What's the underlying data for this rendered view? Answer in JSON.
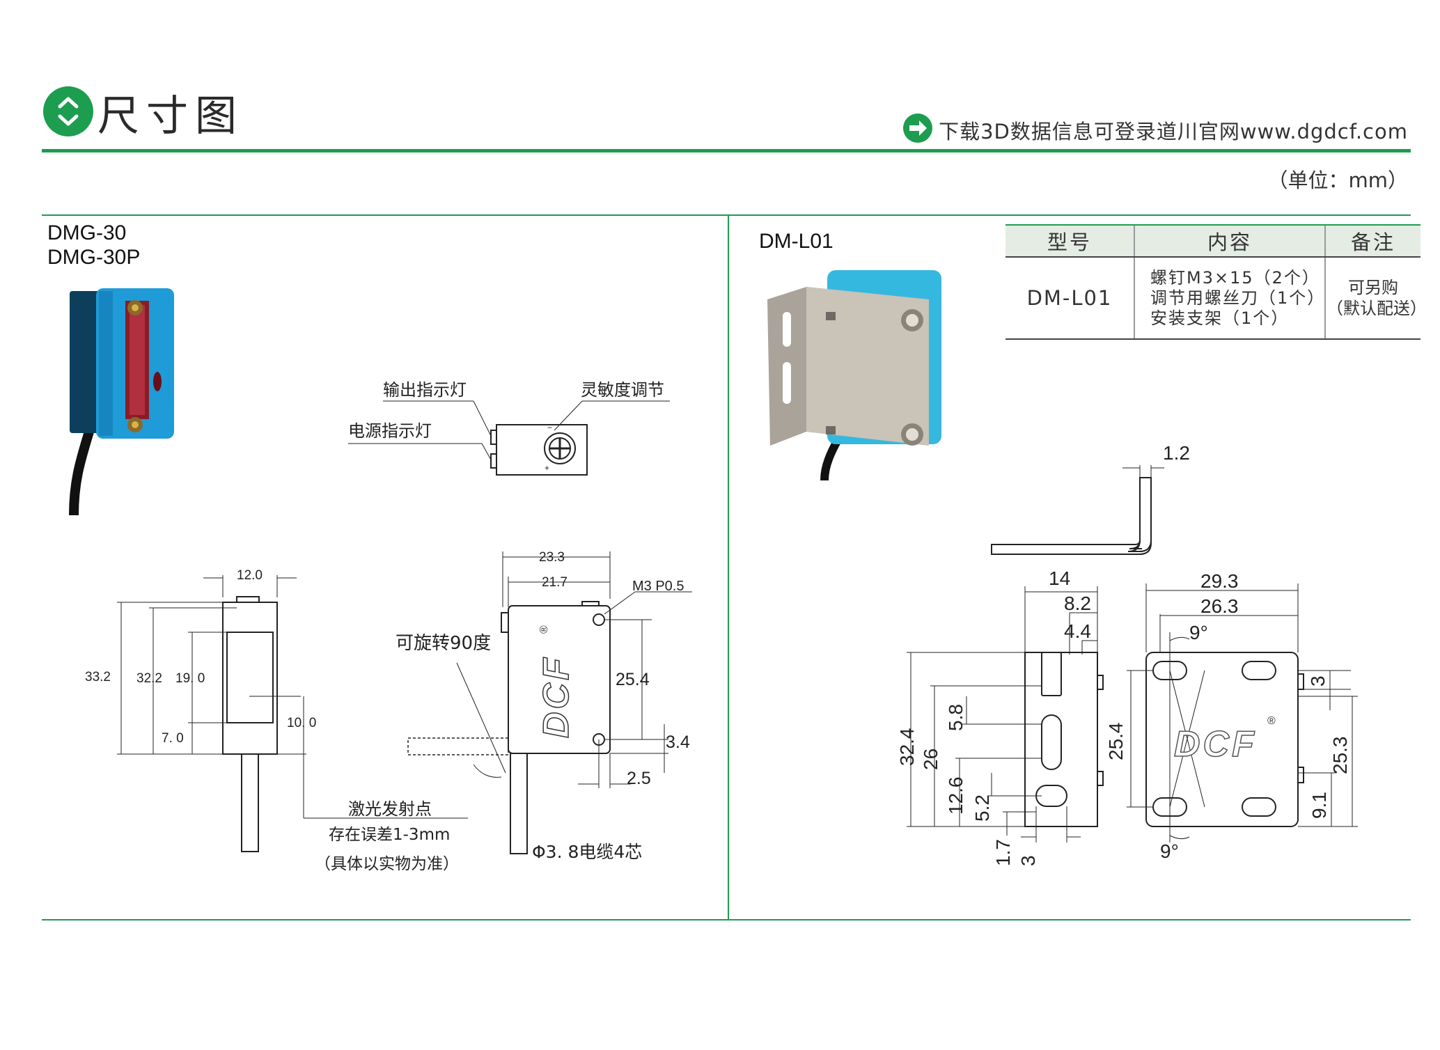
{
  "header": {
    "title": "尺寸图",
    "download_note": "下载3D数据信息可登录道川官网www.dgdcf.com",
    "unit": "（单位：mm）"
  },
  "colors": {
    "accent": "#1c9d4f",
    "sensor_blue": "#1f9bd7"
  },
  "left_panel": {
    "models": [
      "DMG-30",
      "DMG-30P"
    ],
    "labels": {
      "output_led": "输出指示灯",
      "sensitivity": "灵敏度调节",
      "power_led": "电源指示灯",
      "rotatable": "可旋转90度",
      "emit_point": "激光发射点",
      "error_note": "存在误差1-3mm",
      "actual_note": "（具体以实物为准）",
      "cable_note": "Φ3. 8电缆4芯",
      "thread": "M3 P0.5",
      "brand": "DCF",
      "reg_mark": "®"
    },
    "side_dims": {
      "width": "12.0",
      "h1": "33.2",
      "h2": "32.2",
      "h3": "19. 0",
      "h4": "7. 0",
      "h5": "10. 0"
    },
    "front_dims": {
      "w1": "23.3",
      "w2": "21.7",
      "h1": "25.4",
      "h2": "3.4",
      "h3": "2.5"
    }
  },
  "right_panel": {
    "model": "DM-L01",
    "table": {
      "headers": [
        "型号",
        "内容",
        "备注"
      ],
      "row": {
        "model": "DM-L01",
        "content": [
          "螺钉M3×15（2个）",
          "调节用螺丝刀（1个）",
          "安装支架（1个）"
        ],
        "remark": [
          "可另购",
          "（默认配送）"
        ]
      }
    },
    "bracket_dims": {
      "thickness": "1.2",
      "w14": "14",
      "w8_2": "8.2",
      "w4_4": "4.4",
      "h32_4": "32.4",
      "h26": "26",
      "h12_6": "12.6",
      "h5_8": "5.8",
      "h5_2": "5.2",
      "h1_7": "1.7",
      "w3": "3",
      "w29_3": "29.3",
      "w26_3": "26.3",
      "angle_top": "9°",
      "angle_bottom": "9°",
      "h25_4": "25.4",
      "h3": "3",
      "h25_3": "25.3",
      "h9_1": "9.1",
      "brand": "DCF",
      "reg_mark": "®"
    }
  }
}
